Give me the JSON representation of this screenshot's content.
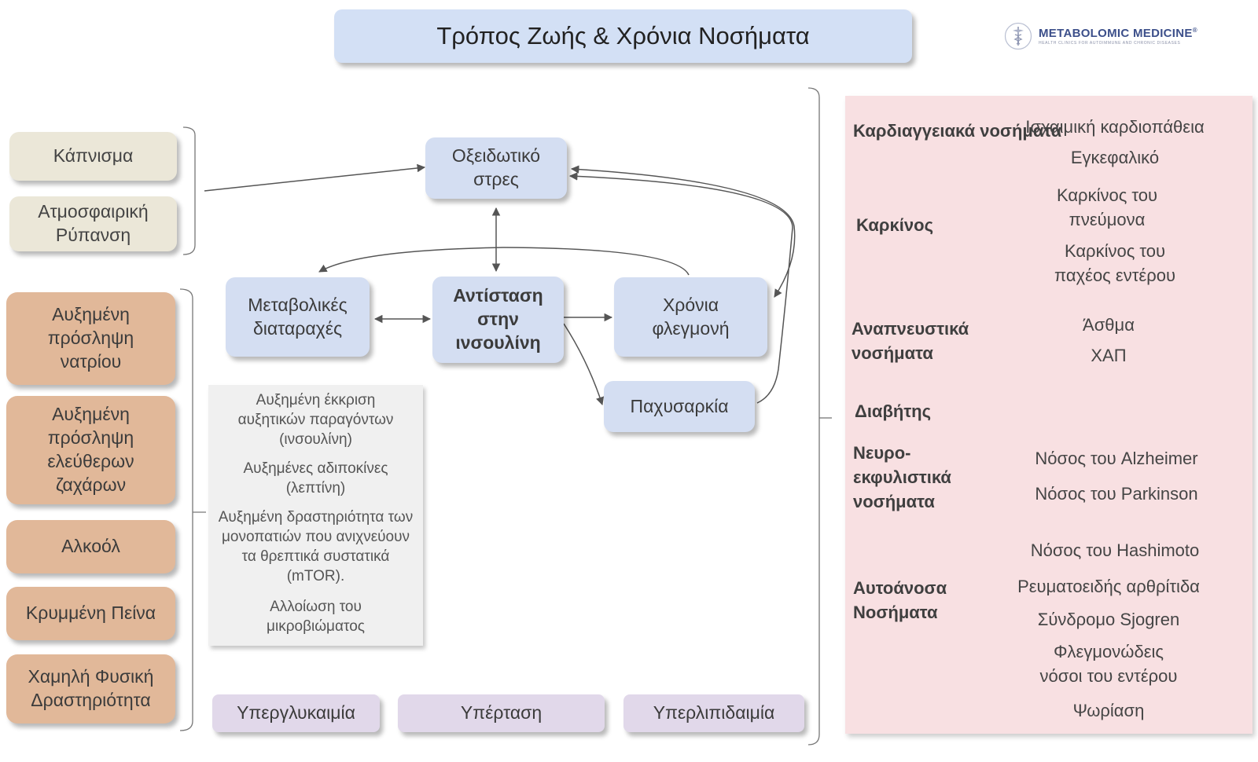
{
  "title": "Τρόπος Ζωής & Χρόνια Νοσήματα",
  "logo": {
    "name": "METABOLOMIC MEDICINE",
    "reg": "®",
    "tagline": "HEALTH CLINICS FOR AUTOIMMUNE AND CHRONIC DISEASES"
  },
  "environmental_factors": [
    "Κάπνισμα",
    "Ατμοσφαιρική Ρύπανση"
  ],
  "lifestyle_factors": [
    "Αυξημένη πρόσληψη νατρίου",
    "Αυξημένη πρόσληψη ελεύθερων ζαχάρων",
    "Αλκοόλ",
    "Κρυμμένη Πείνα",
    "Χαμηλή Φυσική Δραστηριότητα"
  ],
  "nodes": {
    "oxidative_stress": "Οξειδωτικό στρες",
    "metabolic_disorders": "Μεταβολικές διαταραχές",
    "insulin_resistance": "Αντίσταση στην ινσουλίνη",
    "chronic_inflammation": "Χρόνια φλεγμονή",
    "obesity": "Παχυσαρκία"
  },
  "mechanisms": [
    "Αυξημένη έκκριση αυξητικών παραγόντων (ινσουλίνη)",
    "Αυξημένες αδιποκίνες (λεπτίνη)",
    "Αυξημένη δραστηριότητα των μονοπατιών που ανιχνεύουν τα θρεπτικά συστατικά (mTOR).",
    "Αλλοίωση του μικροβιώματος"
  ],
  "conditions": [
    "Υπεργλυκαιμία",
    "Υπέρταση",
    "Υπερλιπιδαιμία"
  ],
  "disease_groups": [
    {
      "category": "Καρδιαγγειακά νοσήματα",
      "diseases": [
        "Ισχαιμική καρδιοπάθεια",
        "Εγκεφαλικό"
      ]
    },
    {
      "category": "Καρκίνος",
      "diseases": [
        "Καρκίνος του πνεύμονα",
        "Καρκίνος του παχέος εντέρου"
      ]
    },
    {
      "category": "Αναπνευστικά νοσήματα",
      "diseases": [
        "Άσθμα",
        "ΧΑΠ"
      ]
    },
    {
      "category": "Διαβήτης",
      "diseases": []
    },
    {
      "category": "Νευρο-εκφυλιστικά νοσήματα",
      "diseases": [
        "Νόσος του Alzheimer",
        "Νόσος του Parkinson"
      ]
    },
    {
      "category": "Αυτοάνοσα Νοσήματα",
      "diseases": [
        "Νόσος του Hashimoto",
        "Ρευματοειδής αρθρίτιδα",
        "Σύνδρομο Sjogren",
        "Φλεγμονώδεις νόσοι του εντέρου",
        "Ψωρίαση"
      ]
    }
  ],
  "colors": {
    "title_bg": "#d3e0f5",
    "environmental_bg": "#ebe7d8",
    "lifestyle_bg": "#e1b899",
    "node_bg": "#d4def2",
    "condition_bg": "#e1d8ea",
    "disease_panel_bg": "#f8e0e2",
    "mechanism_panel_bg": "#f0f0f0"
  }
}
